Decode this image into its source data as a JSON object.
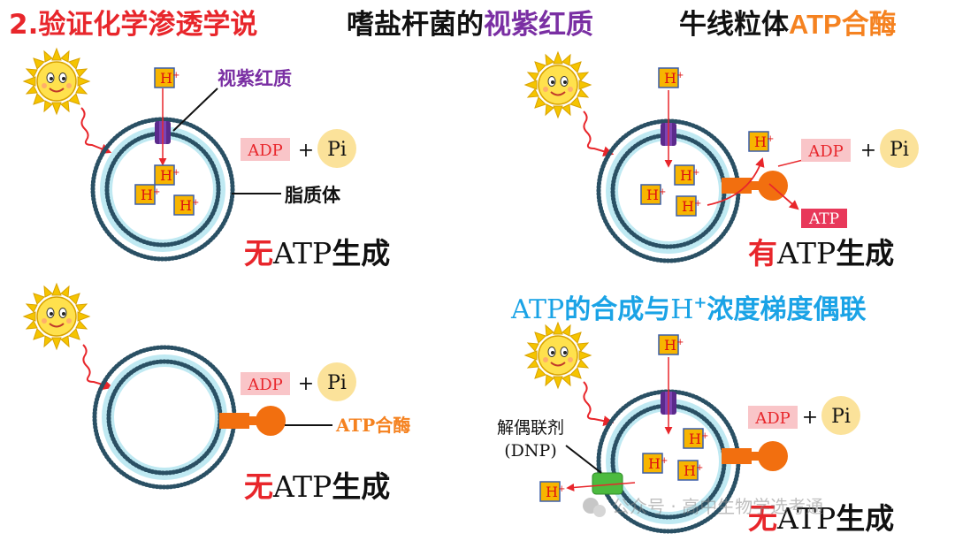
{
  "title": {
    "main": "2.验证化学渗透学说",
    "bacteria_prefix": "嗜盐杆菌的",
    "bacteria_em": "视紫红质",
    "mito_prefix": "牛线粒体",
    "mito_atp": "ATP",
    "mito_enzyme": "合酶"
  },
  "labels": {
    "h": "H",
    "h_sup": "+",
    "adp": "ADP",
    "plus": "+",
    "pi": "Pi",
    "atp_box": "ATP",
    "rhodopsin": "视紫红质",
    "liposome": "脂质体",
    "atp_synthase": "ATP合酶",
    "uncoupler_line1": "解偶联剂",
    "uncoupler_line2": "(DNP)",
    "coupling_prefix": "ATP",
    "coupling_mid": "的合成与",
    "coupling_h": "H",
    "coupling_sup": "+",
    "coupling_suffix": "浓度梯度偶联"
  },
  "results": {
    "p1_em": "无",
    "p1_rest": "ATP",
    "p1_end": "生成",
    "p2_em": "有",
    "p2_rest": "ATP",
    "p2_end": "生成",
    "p3_em": "无",
    "p3_rest": "ATP",
    "p3_end": "生成",
    "p4_em": "无",
    "p4_rest": "ATP",
    "p4_end": "生成"
  },
  "watermark": "公众号 · 高中生物学选考通",
  "colors": {
    "red": "#e8262b",
    "purple": "#7a2fa3",
    "orange": "#f58220",
    "cyan": "#1aa3e6",
    "membrane": "#bfe9f2",
    "h_box": "#f7b500"
  }
}
